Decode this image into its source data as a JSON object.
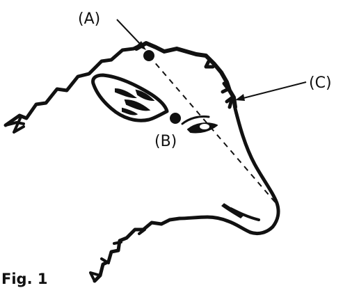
{
  "labels": {
    "a": "(A)",
    "b": "(B)",
    "c": "(C)"
  },
  "caption": "Fig. 1",
  "colors": {
    "ink": "#111111",
    "background": "#ffffff"
  }
}
